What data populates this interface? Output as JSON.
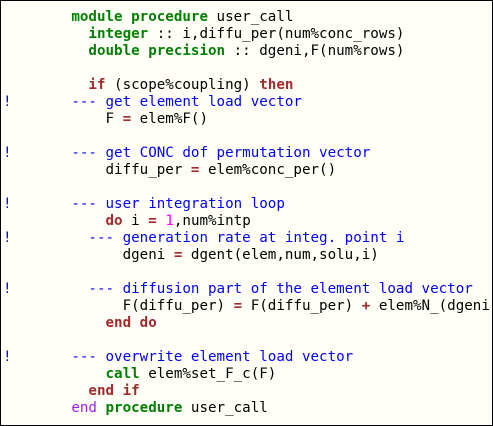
{
  "code_lines": [
    [
      {
        "t": "text",
        "v": "        "
      },
      {
        "t": "keyword-green",
        "v": "module procedure"
      },
      {
        "t": "text",
        "v": " user_call"
      }
    ],
    [
      {
        "t": "text",
        "v": "          "
      },
      {
        "t": "keyword-green",
        "v": "integer"
      },
      {
        "t": "text",
        "v": " :: i,diffu_per(num%conc_rows)"
      }
    ],
    [
      {
        "t": "text",
        "v": "          "
      },
      {
        "t": "keyword-green",
        "v": "double precision"
      },
      {
        "t": "text",
        "v": " :: dgeni,F(num%rows)"
      }
    ],
    [],
    [
      {
        "t": "text",
        "v": "          "
      },
      {
        "t": "keyword-brown",
        "v": "if"
      },
      {
        "t": "text",
        "v": " (scope%coupling) "
      },
      {
        "t": "keyword-brown",
        "v": "then"
      }
    ],
    [
      {
        "t": "comment-mark",
        "v": "!"
      },
      {
        "t": "comment",
        "v": "       --- get element load vector"
      }
    ],
    [
      {
        "t": "text",
        "v": "            F "
      },
      {
        "t": "operator",
        "v": "="
      },
      {
        "t": "text",
        "v": " elem%F()"
      }
    ],
    [],
    [
      {
        "t": "comment-mark",
        "v": "!"
      },
      {
        "t": "comment",
        "v": "       --- get CONC dof permutation vector"
      }
    ],
    [
      {
        "t": "text",
        "v": "            diffu_per "
      },
      {
        "t": "operator",
        "v": "="
      },
      {
        "t": "text",
        "v": " elem%conc_per()"
      }
    ],
    [],
    [
      {
        "t": "comment-mark",
        "v": "!"
      },
      {
        "t": "comment",
        "v": "       --- user integration loop"
      }
    ],
    [
      {
        "t": "text",
        "v": "            "
      },
      {
        "t": "keyword-brown",
        "v": "do"
      },
      {
        "t": "text",
        "v": " i "
      },
      {
        "t": "operator",
        "v": "="
      },
      {
        "t": "text",
        "v": " "
      },
      {
        "t": "number",
        "v": "1"
      },
      {
        "t": "text",
        "v": ",num%intp"
      }
    ],
    [
      {
        "t": "comment-mark",
        "v": "!"
      },
      {
        "t": "comment",
        "v": "         --- generation rate at integ. point i"
      }
    ],
    [
      {
        "t": "text",
        "v": "              dgeni "
      },
      {
        "t": "operator",
        "v": "="
      },
      {
        "t": "text",
        "v": " dgent(elem,num,solu,i)"
      }
    ],
    [],
    [
      {
        "t": "comment-mark",
        "v": "!"
      },
      {
        "t": "comment",
        "v": "         --- diffusion part of the element load vector"
      }
    ],
    [
      {
        "t": "text",
        "v": "              F(diffu_per) "
      },
      {
        "t": "operator",
        "v": "="
      },
      {
        "t": "text",
        "v": " F(diffu_per) "
      },
      {
        "t": "operator",
        "v": "+"
      },
      {
        "t": "text",
        "v": " elem%N_(dgeni,i)"
      }
    ],
    [
      {
        "t": "text",
        "v": "            "
      },
      {
        "t": "keyword-brown",
        "v": "end do"
      }
    ],
    [],
    [
      {
        "t": "comment-mark",
        "v": "!"
      },
      {
        "t": "comment",
        "v": "       --- overwrite element load vector"
      }
    ],
    [
      {
        "t": "text",
        "v": "            "
      },
      {
        "t": "keyword-green",
        "v": "call"
      },
      {
        "t": "text",
        "v": " elem%set_F_c(F)"
      }
    ],
    [
      {
        "t": "text",
        "v": "          "
      },
      {
        "t": "keyword-brown",
        "v": "end if"
      }
    ],
    [
      {
        "t": "text",
        "v": "        "
      },
      {
        "t": "keyword-purple",
        "v": "end"
      },
      {
        "t": "text",
        "v": " "
      },
      {
        "t": "keyword-green",
        "v": "procedure"
      },
      {
        "t": "text",
        "v": " user_call"
      }
    ]
  ],
  "colors": {
    "background": "#fffff8",
    "comment": "#0000ff",
    "keyword_green": "#008000",
    "keyword_brown": "#a52a2a",
    "keyword_purple": "#a020f0",
    "number": "#ff00ff"
  }
}
